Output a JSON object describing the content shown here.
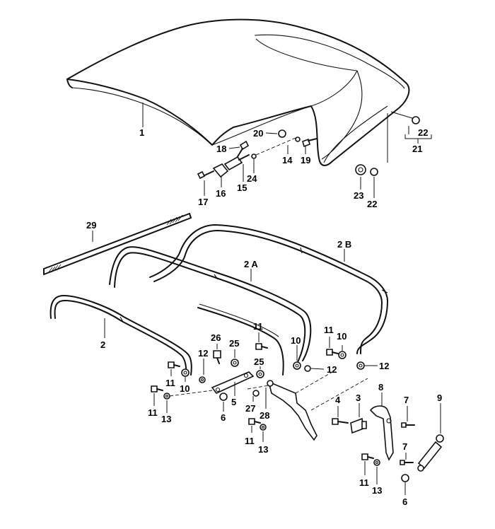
{
  "callouts": {
    "c1": "1",
    "c2": "2",
    "c2A": "2 A",
    "c2B": "2 B",
    "c3": "3",
    "c4": "4",
    "c5": "5",
    "c6a": "6",
    "c6b": "6",
    "c7a": "7",
    "c7b": "7",
    "c8": "8",
    "c9": "9",
    "c10a": "10",
    "c10b": "10",
    "c10c": "10",
    "c11a": "11",
    "c11b": "11",
    "c11c": "11",
    "c11d": "11",
    "c11e": "11",
    "c11f": "11",
    "c12a": "12",
    "c12b": "12",
    "c12c": "12",
    "c13a": "13",
    "c13b": "13",
    "c13c": "13",
    "c14": "14",
    "c15": "15",
    "c16": "16",
    "c17": "17",
    "c18": "18",
    "c19": "19",
    "c20": "20",
    "c21": "21",
    "c22a": "22",
    "c22b": "22",
    "c23": "23",
    "c24": "24",
    "c25a": "25",
    "c25b": "25",
    "c26": "26",
    "c27": "27",
    "c28": "28",
    "c29": "29"
  }
}
